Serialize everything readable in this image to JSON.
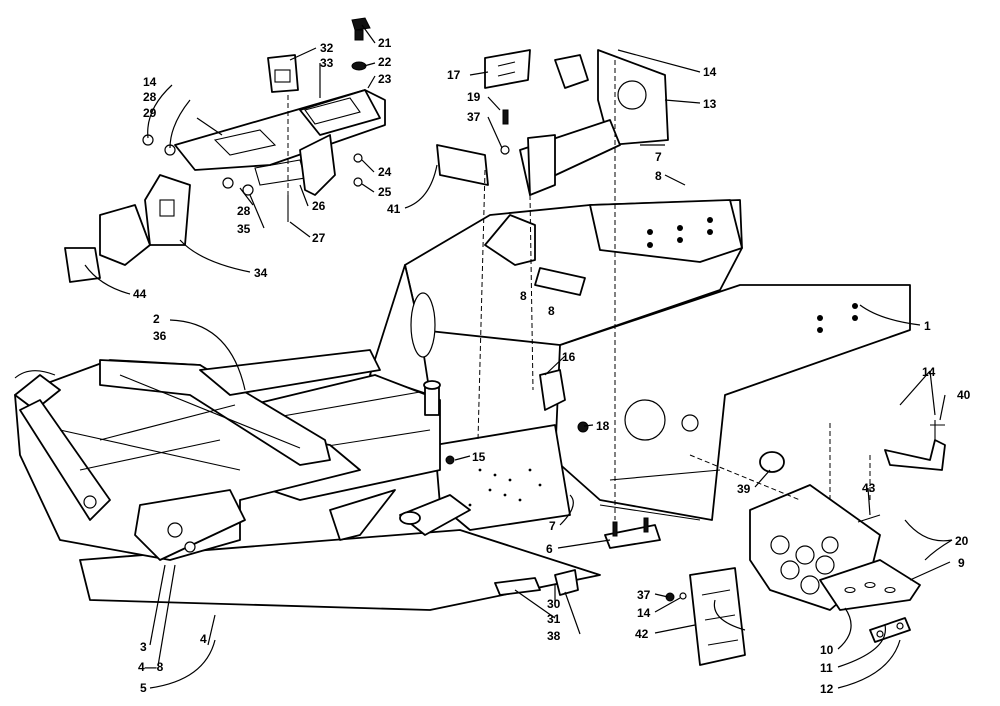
{
  "diagram": {
    "labels": [
      {
        "id": "1",
        "text": "1"
      },
      {
        "id": "2",
        "text": "2"
      },
      {
        "id": "3",
        "text": "3"
      },
      {
        "id": "4a",
        "text": "4—8"
      },
      {
        "id": "4b",
        "text": "4"
      },
      {
        "id": "5",
        "text": "5"
      },
      {
        "id": "6",
        "text": "6"
      },
      {
        "id": "7a",
        "text": "7"
      },
      {
        "id": "7b",
        "text": "7"
      },
      {
        "id": "8a",
        "text": "8"
      },
      {
        "id": "8b",
        "text": "8"
      },
      {
        "id": "8c",
        "text": "8"
      },
      {
        "id": "9",
        "text": "9"
      },
      {
        "id": "10",
        "text": "10"
      },
      {
        "id": "11",
        "text": "11"
      },
      {
        "id": "12",
        "text": "12"
      },
      {
        "id": "13",
        "text": "13"
      },
      {
        "id": "14a",
        "text": "14"
      },
      {
        "id": "14b",
        "text": "14"
      },
      {
        "id": "14c",
        "text": "14"
      },
      {
        "id": "14d",
        "text": "14"
      },
      {
        "id": "15",
        "text": "15"
      },
      {
        "id": "16",
        "text": "16"
      },
      {
        "id": "17",
        "text": "17"
      },
      {
        "id": "18",
        "text": "18"
      },
      {
        "id": "19",
        "text": "19"
      },
      {
        "id": "20",
        "text": "20"
      },
      {
        "id": "21",
        "text": "21"
      },
      {
        "id": "22",
        "text": "22"
      },
      {
        "id": "23",
        "text": "23"
      },
      {
        "id": "24",
        "text": "24"
      },
      {
        "id": "25",
        "text": "25"
      },
      {
        "id": "26",
        "text": "26"
      },
      {
        "id": "27",
        "text": "27"
      },
      {
        "id": "28a",
        "text": "28"
      },
      {
        "id": "28b",
        "text": "28"
      },
      {
        "id": "29",
        "text": "29"
      },
      {
        "id": "30",
        "text": "30"
      },
      {
        "id": "31",
        "text": "31"
      },
      {
        "id": "32",
        "text": "32"
      },
      {
        "id": "33",
        "text": "33"
      },
      {
        "id": "34",
        "text": "34"
      },
      {
        "id": "35",
        "text": "35"
      },
      {
        "id": "36",
        "text": "36"
      },
      {
        "id": "37a",
        "text": "37"
      },
      {
        "id": "37b",
        "text": "37"
      },
      {
        "id": "38",
        "text": "38"
      },
      {
        "id": "39",
        "text": "39"
      },
      {
        "id": "40",
        "text": "40"
      },
      {
        "id": "41",
        "text": "41"
      },
      {
        "id": "42",
        "text": "42"
      },
      {
        "id": "43",
        "text": "43"
      },
      {
        "id": "44",
        "text": "44"
      }
    ]
  }
}
